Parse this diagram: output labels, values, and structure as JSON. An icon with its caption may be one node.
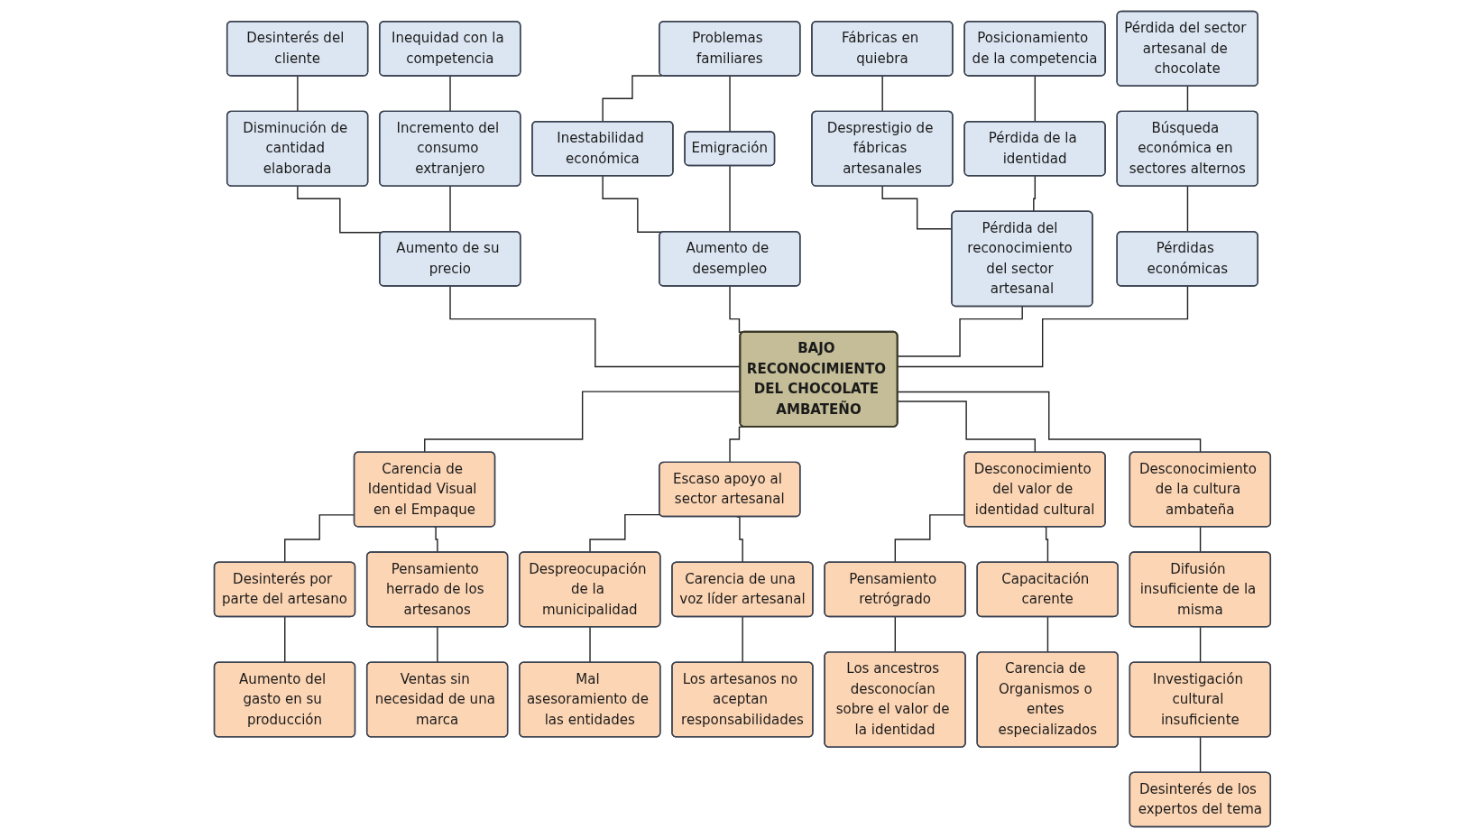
{
  "diagram": {
    "nodes": [
      {
        "text": [
          "Desinterés del cliente"
        ]
      },
      {
        "text": [
          "Inequidad con la competencia"
        ]
      },
      {
        "text": [
          "Problemas familiares"
        ]
      },
      {
        "text": [
          "Fábricas en quiebra"
        ]
      },
      {
        "text": [
          "Posicionamiento de la competencia"
        ]
      },
      {
        "text": [
          "Pérdida del sector artesanal de chocolate"
        ]
      },
      {
        "text": [
          "Disminución de cantidad elaborada"
        ]
      },
      {
        "text": [
          "Incremento del consumo extranjero"
        ]
      },
      {
        "text": [
          "Inestabilidad económica"
        ]
      },
      {
        "text": [
          "Emigración"
        ]
      },
      {
        "text": [
          "Desprestigio de fábricas artesanales"
        ]
      },
      {
        "text": [
          "Pérdida de la identidad"
        ]
      },
      {
        "text": [
          "Búsqueda económica en sectores alternos"
        ]
      },
      {
        "text": [
          "Aumento de su precio"
        ]
      },
      {
        "text": [
          "Aumento de desempleo"
        ]
      },
      {
        "text": [
          "Pérdida del reconocimiento del sector artesanal"
        ]
      },
      {
        "text": [
          "Pérdidas económicas"
        ]
      },
      {
        "text": [
          "BAJO RECONOCIMIENTO DEL CHOCOLATE AMBATEÑO"
        ]
      },
      {
        "text": [
          "Carencia de Identidad Visual en el Empaque"
        ]
      },
      {
        "text": [
          "Escaso apoyo al sector artesanal"
        ]
      },
      {
        "text": [
          "Desconocimiento del valor de identidad cultural"
        ]
      },
      {
        "text": [
          "Desconocimiento de la cultura ambateña"
        ]
      },
      {
        "text": [
          "Desinterés por parte del artesano"
        ]
      },
      {
        "text": [
          "Pensamiento herrado de los artesanos"
        ]
      },
      {
        "text": [
          "Despreocupación de la municipalidad"
        ]
      },
      {
        "text": [
          "Carencia de una voz líder artesanal"
        ]
      },
      {
        "text": [
          "Pensamiento retrógrado"
        ]
      },
      {
        "text": [
          "Capacitación carente"
        ]
      },
      {
        "text": [
          "Difusión insuficiente de la misma"
        ]
      },
      {
        "text": [
          "Aumento del gasto en su producción"
        ]
      },
      {
        "text": [
          "Ventas sin necesidad de una marca"
        ]
      },
      {
        "text": [
          "Mal asesoramiento de las entidades"
        ]
      },
      {
        "text": [
          "Los artesanos no aceptan responsabilidades"
        ]
      },
      {
        "text": [
          "Los ancestros desconocían sobre el valor de la identidad"
        ]
      },
      {
        "text": [
          "Carencia de Organismos o entes especializados"
        ]
      },
      {
        "text": [
          "Investigación cultural insuficiente"
        ]
      },
      {
        "text": [
          "Desinterés de los expertos del tema"
        ]
      }
    ],
    "edges": [
      {
        "from": 0,
        "to": 6,
        "arrow": "none"
      },
      {
        "from": 1,
        "to": 7,
        "arrow": "none"
      },
      {
        "from": 6,
        "to": 13,
        "arrow": "none"
      },
      {
        "from": 7,
        "to": 13,
        "arrow": "none"
      },
      {
        "from": 2,
        "to": 8,
        "arrow": "none"
      },
      {
        "from": 2,
        "to": 9,
        "arrow": "none"
      },
      {
        "from": 8,
        "to": 14,
        "arrow": "none"
      },
      {
        "from": 9,
        "to": 14,
        "arrow": "none"
      },
      {
        "from": 3,
        "to": 10,
        "arrow": "none"
      },
      {
        "from": 4,
        "to": 11,
        "arrow": "none"
      },
      {
        "from": 10,
        "to": 15,
        "arrow": "none"
      },
      {
        "from": 11,
        "to": 15,
        "arrow": "none"
      },
      {
        "from": 5,
        "to": 12,
        "arrow": "none"
      },
      {
        "from": 12,
        "to": 16,
        "arrow": "none"
      },
      {
        "from": 13,
        "to": 17,
        "arrow": "none"
      },
      {
        "from": 14,
        "to": 17,
        "arrow": "none"
      },
      {
        "from": 15,
        "to": 17,
        "arrow": "none"
      },
      {
        "from": 16,
        "to": 17,
        "arrow": "none"
      },
      {
        "from": 17,
        "to": 18,
        "arrow": "none"
      },
      {
        "from": 17,
        "to": 19,
        "arrow": "none"
      },
      {
        "from": 17,
        "to": 20,
        "arrow": "none"
      },
      {
        "from": 17,
        "to": 21,
        "arrow": "none"
      },
      {
        "from": 18,
        "to": 22,
        "arrow": "none"
      },
      {
        "from": 18,
        "to": 23,
        "arrow": "none"
      },
      {
        "from": 22,
        "to": 29,
        "arrow": "none"
      },
      {
        "from": 23,
        "to": 30,
        "arrow": "none"
      },
      {
        "from": 19,
        "to": 24,
        "arrow": "none"
      },
      {
        "from": 19,
        "to": 25,
        "arrow": "none"
      },
      {
        "from": 24,
        "to": 31,
        "arrow": "none"
      },
      {
        "from": 25,
        "to": 32,
        "arrow": "none"
      },
      {
        "from": 20,
        "to": 26,
        "arrow": "none"
      },
      {
        "from": 20,
        "to": 27,
        "arrow": "none"
      },
      {
        "from": 26,
        "to": 33,
        "arrow": "none"
      },
      {
        "from": 27,
        "to": 34,
        "arrow": "none"
      },
      {
        "from": 21,
        "to": 28,
        "arrow": "none"
      },
      {
        "from": 28,
        "to": 35,
        "arrow": "none"
      },
      {
        "from": 35,
        "to": 36,
        "arrow": "none"
      }
    ]
  }
}
